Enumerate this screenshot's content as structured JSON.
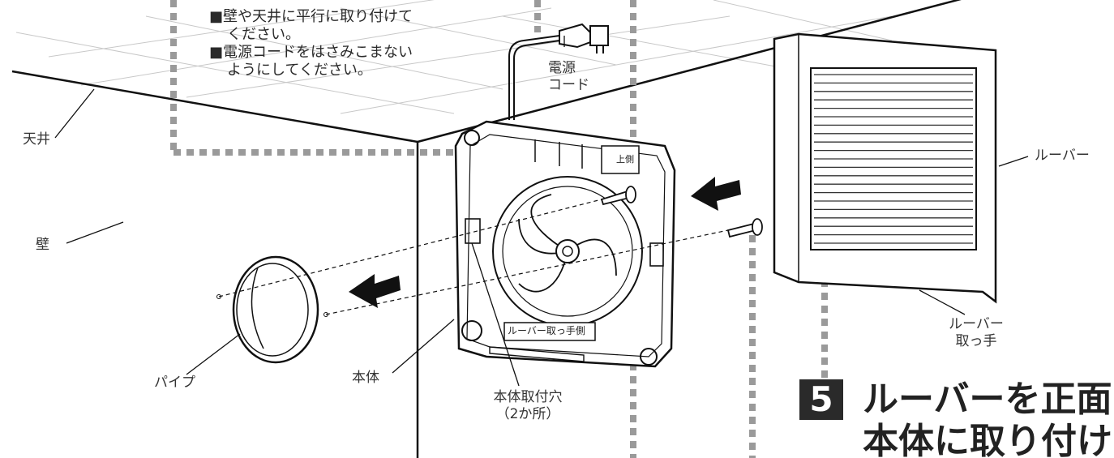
{
  "notes": {
    "line1": "■壁や天井に平行に取り付けて",
    "line1b": "ください。",
    "line2": "■電源コードをはさみこまない",
    "line2b": "ようにしてください。"
  },
  "labels": {
    "ceiling": "天井",
    "wall": "壁",
    "pipe": "パイプ",
    "body": "本体",
    "mount_hole_1": "本体取付穴",
    "mount_hole_2": "（2か所）",
    "power_cord_1": "電源",
    "power_cord_2": "コード",
    "louver": "ルーバー",
    "louver_handle_1": "ルーバー",
    "louver_handle_2": "取っ手",
    "body_tag": "ルーバー取っ手側",
    "up_mark": "上側"
  },
  "step": {
    "number": "5",
    "title_line1": "ルーバーを正面か",
    "title_line2": "本体に取り付ける"
  }
}
